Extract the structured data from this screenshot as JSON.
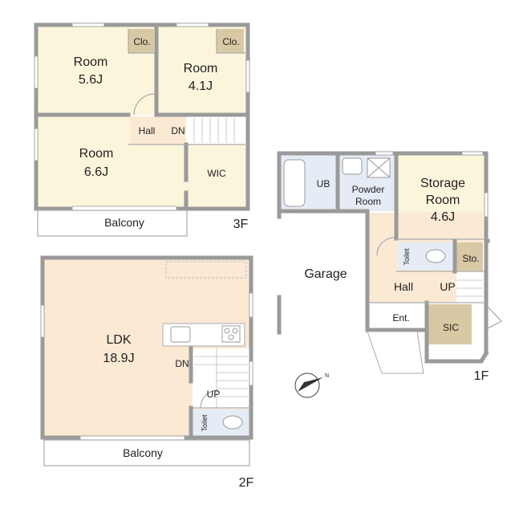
{
  "colors": {
    "room": "#fbf5dc",
    "wood": "#fbe9d4",
    "wet": "#e6ecf6",
    "closet": "#d8c9a4",
    "wall": "#9a9a9a",
    "compass": "#333333"
  },
  "floor3": {
    "label": "3F",
    "room1": {
      "name": "Room",
      "size": "5.6J"
    },
    "room2": {
      "name": "Room",
      "size": "4.1J"
    },
    "room3": {
      "name": "Room",
      "size": "6.6J"
    },
    "closet1": "Clo.",
    "closet2": "Clo.",
    "hall": "Hall",
    "stairs": "DN",
    "wic": "WIC",
    "balcony": "Balcony"
  },
  "floor2": {
    "label": "2F",
    "ldk": {
      "name": "LDK",
      "size": "18.9J"
    },
    "stairs_dn": "DN",
    "stairs_up": "UP",
    "toilet": "Toilet",
    "balcony": "Balcony"
  },
  "floor1": {
    "label": "1F",
    "garage": "Garage",
    "ub": "UB",
    "powder": {
      "line1": "Powder",
      "line2": "Room"
    },
    "storage": {
      "line1": "Storage",
      "line2": "Room",
      "size": "4.6J"
    },
    "toilet": "Toilet",
    "sto": "Sto.",
    "hall": "Hall",
    "stairs_up": "UP",
    "entrance": "Ent.",
    "sic": "SIC"
  },
  "compass_icon": "north-arrow-icon"
}
